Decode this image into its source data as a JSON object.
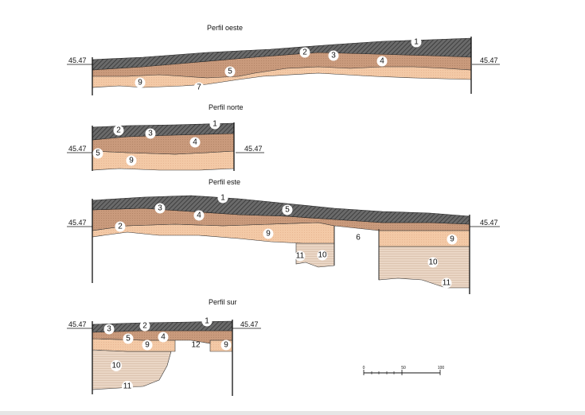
{
  "sections": [
    {
      "title": "Perfil oeste",
      "elev_left": "45.47",
      "elev_right": "45.47",
      "labels": [
        "1",
        "2",
        "3",
        "4",
        "5",
        "9",
        "7"
      ]
    },
    {
      "title": "Perfil norte",
      "elev_left": "45.47",
      "elev_right": "45.47",
      "labels": [
        "1",
        "2",
        "3",
        "4",
        "5",
        "9"
      ]
    },
    {
      "title": "Perfil este",
      "elev_left": "45.47",
      "elev_right": "45.47",
      "labels": [
        "1",
        "2",
        "3",
        "4",
        "5",
        "9",
        "6",
        "9",
        "11",
        "10",
        "10",
        "11"
      ]
    },
    {
      "title": "Perfil sur",
      "elev_left": "45.47",
      "elev_right": "45.47",
      "labels": [
        "1",
        "2",
        "3",
        "4",
        "5",
        "9",
        "12",
        "9",
        "10",
        "11"
      ]
    }
  ],
  "scale": {
    "ticks": [
      "0",
      "50",
      "100"
    ]
  },
  "colors": {
    "dark_layer": "#5f5f5f",
    "brown_layer": "#c99a7c",
    "peach_layer": "#f3c9a6",
    "tan_layer": "#e9d3c1",
    "line": "#111111"
  }
}
